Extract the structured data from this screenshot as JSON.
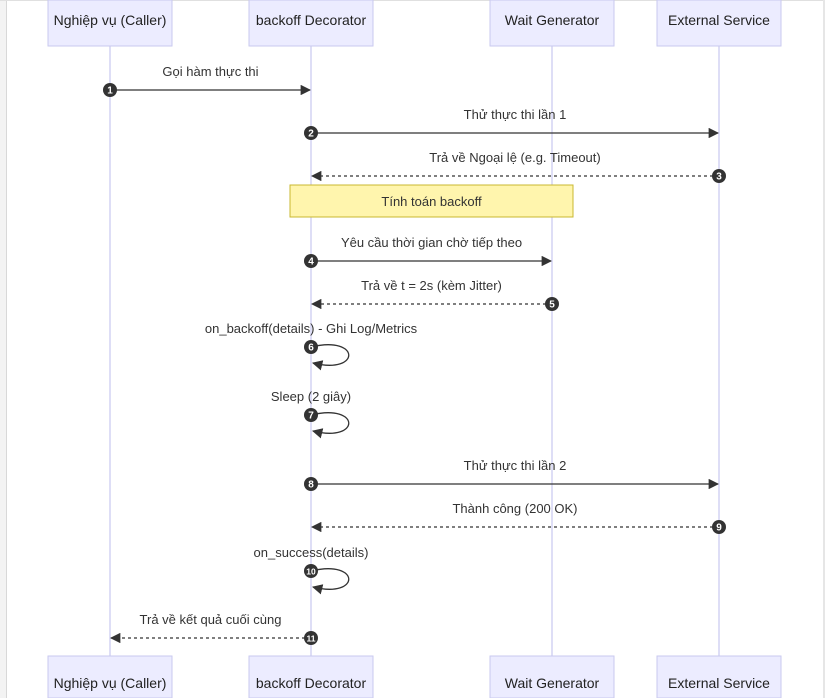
{
  "participants": [
    {
      "id": "caller",
      "label": "Nghiệp vụ (Caller)"
    },
    {
      "id": "decorator",
      "label": "backoff Decorator"
    },
    {
      "id": "wait",
      "label": "Wait Generator"
    },
    {
      "id": "service",
      "label": "External Service"
    }
  ],
  "note": {
    "label": "Tính toán backoff",
    "from": "decorator",
    "to": "wait"
  },
  "messages": [
    {
      "seq": "1",
      "from": "caller",
      "to": "decorator",
      "label": "Gọi hàm thực thi",
      "style": "solid"
    },
    {
      "seq": "2",
      "from": "decorator",
      "to": "service",
      "label": "Thử thực thi lần 1",
      "style": "solid"
    },
    {
      "seq": "3",
      "from": "service",
      "to": "decorator",
      "label": "Trả về Ngoại lệ (e.g. Timeout)",
      "style": "dashed"
    },
    {
      "seq": "4",
      "from": "decorator",
      "to": "wait",
      "label": "Yêu cầu thời gian chờ tiếp theo",
      "style": "solid"
    },
    {
      "seq": "5",
      "from": "wait",
      "to": "decorator",
      "label": "Trả về t = 2s (kèm Jitter)",
      "style": "dashed"
    },
    {
      "seq": "6",
      "from": "decorator",
      "to": "decorator",
      "label": "on_backoff(details) - Ghi Log/Metrics",
      "style": "solid"
    },
    {
      "seq": "7",
      "from": "decorator",
      "to": "decorator",
      "label": "Sleep (2 giây)",
      "style": "solid"
    },
    {
      "seq": "8",
      "from": "decorator",
      "to": "service",
      "label": "Thử thực thi lần 2",
      "style": "solid"
    },
    {
      "seq": "9",
      "from": "service",
      "to": "decorator",
      "label": "Thành công (200 OK)",
      "style": "dashed"
    },
    {
      "seq": "10",
      "from": "decorator",
      "to": "decorator",
      "label": "on_success(details)",
      "style": "solid"
    },
    {
      "seq": "11",
      "from": "decorator",
      "to": "caller",
      "label": "Trả về kết quả cuối cùng",
      "style": "dashed"
    }
  ],
  "colors": {
    "actor_fill": "#ececff",
    "actor_border": "#c9c9ef",
    "lifeline": "#c9c9ef",
    "line": "#333333",
    "text": "#333333",
    "badge": "#333333",
    "badge_text": "#ffffff",
    "note_fill": "#fff5ad",
    "note_border": "#c9b830"
  }
}
